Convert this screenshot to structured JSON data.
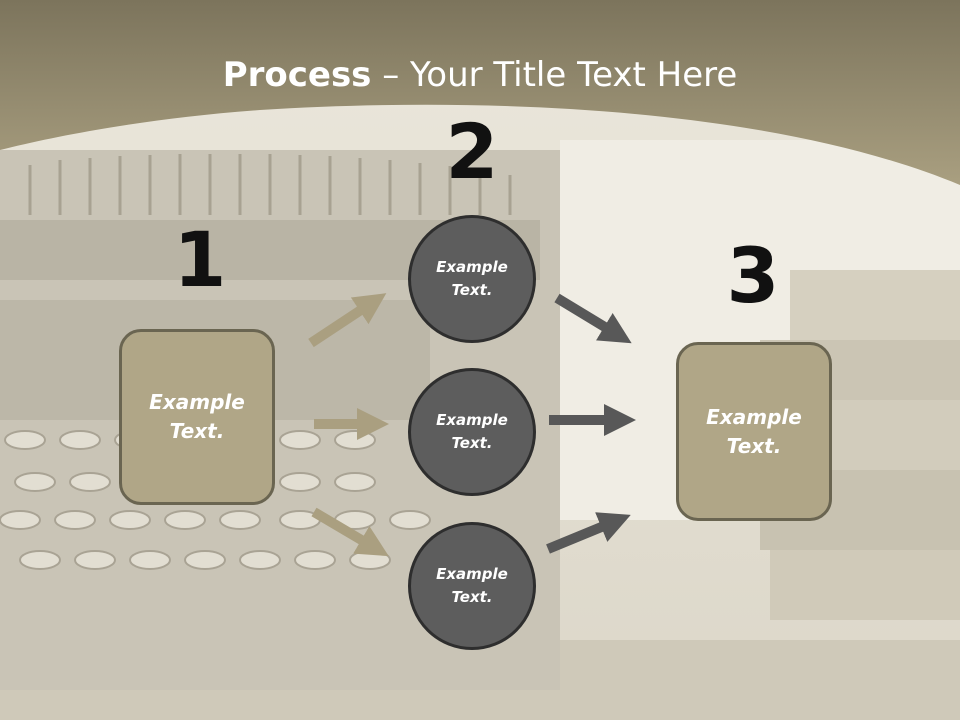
{
  "slide": {
    "title_bold": "Process",
    "title_rest": " – Your Title Text Here"
  },
  "steps": {
    "one": {
      "number": "1",
      "text": "Example Text."
    },
    "two": {
      "number": "2",
      "items": [
        {
          "text": "Example Text."
        },
        {
          "text": "Example Text."
        },
        {
          "text": "Example Text."
        }
      ]
    },
    "three": {
      "number": "3",
      "text": "Example Text."
    }
  },
  "colors": {
    "header_band": "#a89e7f",
    "box_fill": "#b0a687",
    "circle_fill": "#5d5d5d",
    "arrow_tan": "#aa9f80",
    "arrow_gray": "#585858"
  }
}
